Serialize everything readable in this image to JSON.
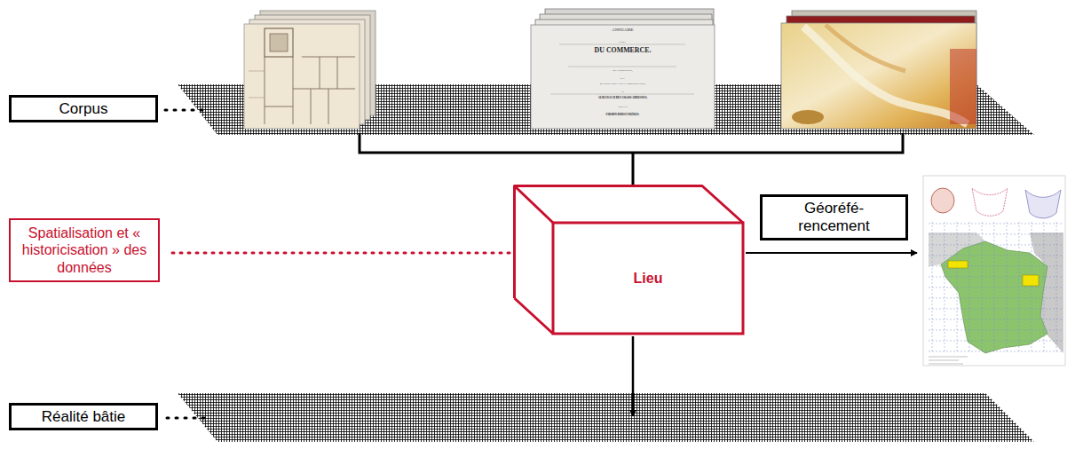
{
  "diagram": {
    "nodes": [
      {
        "text": [
          "Corpus"
        ]
      },
      {
        "text": [
          "Spatialisation et « historicisation » des données"
        ]
      },
      {
        "text": [
          "Lieu"
        ]
      },
      {
        "text": [
          "Géoréfé- rencement"
        ]
      },
      {
        "text": [
          "Réalité bâtie"
        ]
      }
    ],
    "edges": [
      {
        "from": 1,
        "to": 2,
        "arrow": "none"
      }
    ],
    "labels": [
      "ANNUAIRE",
      "GÉNÉRAL",
      "DU COMMERCE.",
      "DE L'INDUSTRIE,",
      "DE LA",
      "MAGISTRATURE ET DE L'ADMINISTRATION,",
      "OU",
      "ALMANACH DES 500,000 ADRESSES,",
      "DIRIGÉ PAR",
      "FIRMIN DIDOT FRÈRES."
    ]
  }
}
